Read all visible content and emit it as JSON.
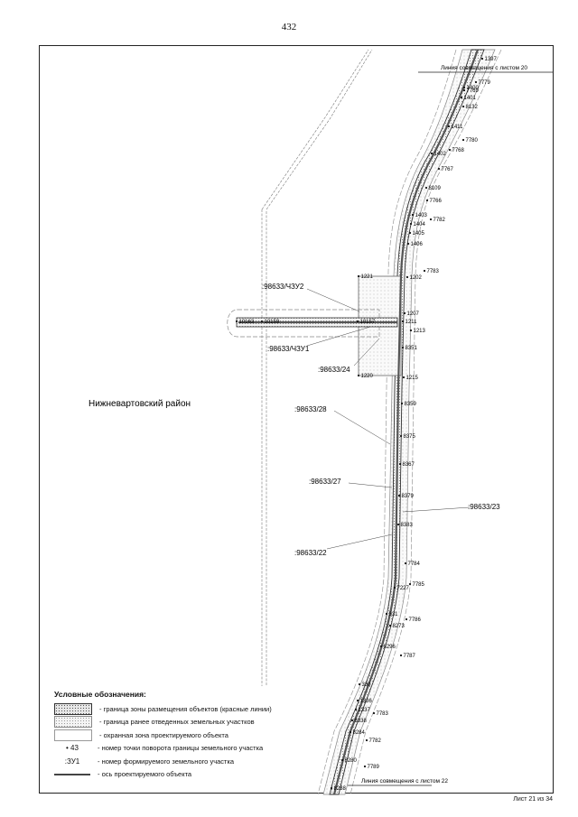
{
  "page_number": "432",
  "district_label": "Нижневартовский район",
  "match_line_top": "Линия совмещения с листом 20",
  "match_line_bottom": "Линия совмещения с листом 22",
  "sheet_footer": "Лист 21 из 34",
  "parcel_labels": [
    ":98633/ЧЗУ2",
    ":98633/ЧЗУ1",
    ":98633/24",
    ":98633/28",
    ":98633/27",
    ":98633/23",
    ":98633/22"
  ],
  "points": [
    "1397",
    "7779",
    "1400",
    "7769",
    "1401",
    "8132",
    "1411",
    "7780",
    "1402",
    "7768",
    "7767",
    "8109",
    "7766",
    "1403",
    "7782",
    "1404",
    "1405",
    "1406",
    "7783",
    "1221",
    "1202",
    "1207",
    "1211",
    "10163",
    "10159",
    "10157",
    "1213",
    "8351",
    "1220",
    "1215",
    "8359",
    "8375",
    "8367",
    "8379",
    "8383",
    "7784",
    "7227",
    "7785",
    "331",
    "7786",
    "8273",
    "8296",
    "7787",
    "330",
    "1336",
    "7783",
    "1337",
    "8338",
    "8284",
    "7782",
    "8280",
    "7789",
    "8288"
  ],
  "legend": {
    "title": "Условные обозначения:",
    "items": [
      {
        "symbol": "",
        "text": "- граница зоны размещения объектов (красные линии)"
      },
      {
        "symbol": "",
        "text": "- граница ранее отведенных земельных участков"
      },
      {
        "symbol": "",
        "text": "- охранная зона проектируемого объекта"
      },
      {
        "symbol": "• 43",
        "text": "- номер точки поворота границы земельного участка"
      },
      {
        "symbol": ":ЗУ1",
        "text": "- номер формируемого земельного участка"
      },
      {
        "symbol": "",
        "text": "- ось проектируемого объекта"
      }
    ]
  }
}
